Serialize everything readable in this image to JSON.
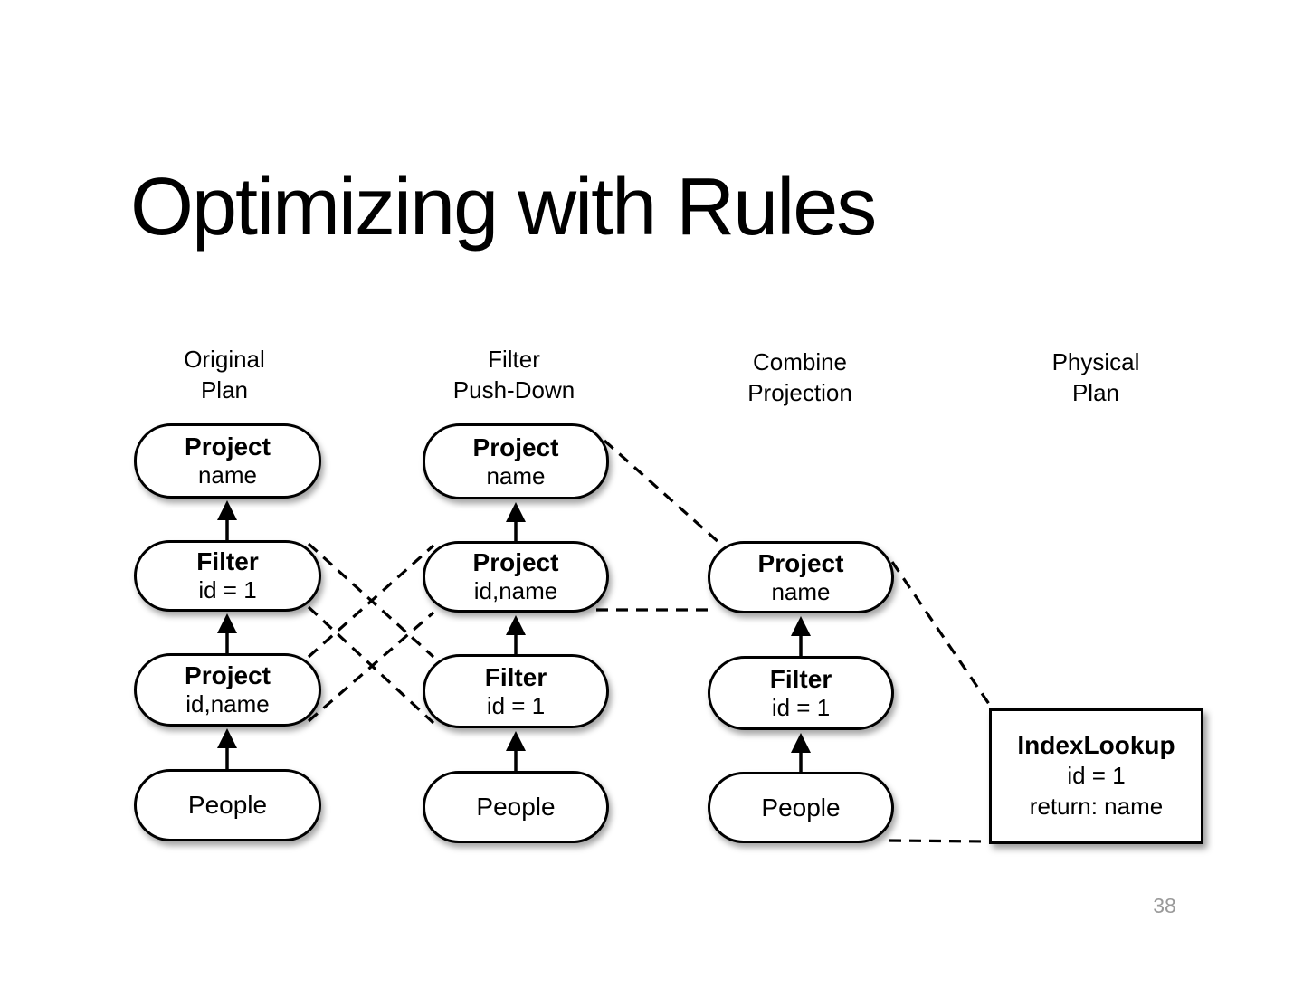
{
  "slide": {
    "title": "Optimizing with Rules",
    "page_number": "38"
  },
  "colors": {
    "ink": "#000000",
    "background": "#ffffff",
    "page_number_gray": "#999999"
  },
  "columns": [
    {
      "header": [
        "Original",
        "Plan"
      ],
      "nodes": [
        {
          "label": "Project",
          "detail": "name"
        },
        {
          "label": "Filter",
          "detail": "id = 1"
        },
        {
          "label": "Project",
          "detail": "id,name"
        },
        {
          "label": "People"
        }
      ]
    },
    {
      "header": [
        "Filter",
        "Push-Down"
      ],
      "nodes": [
        {
          "label": "Project",
          "detail": "name"
        },
        {
          "label": "Project",
          "detail": "id,name"
        },
        {
          "label": "Filter",
          "detail": "id = 1"
        },
        {
          "label": "People"
        }
      ]
    },
    {
      "header": [
        "Combine",
        "Projection"
      ],
      "nodes": [
        {
          "label": "Project",
          "detail": "name"
        },
        {
          "label": "Filter",
          "detail": "id = 1"
        },
        {
          "label": "People"
        }
      ]
    },
    {
      "header": [
        "Physical",
        "Plan"
      ],
      "nodes": [
        {
          "label": "IndexLookup",
          "detail": "id = 1",
          "detail2": "return: name"
        }
      ]
    }
  ],
  "mappings": [
    {
      "from": "Original Plan / Filter id = 1",
      "to": "Filter Push-Down / Filter id = 1"
    },
    {
      "from": "Original Plan / Project id,name",
      "to": "Filter Push-Down / Project id,name"
    },
    {
      "from": "Filter Push-Down / Project name",
      "to": "Combine Projection / Project name"
    },
    {
      "from": "Filter Push-Down / Project id,name",
      "to": "Combine Projection / Project name"
    },
    {
      "from": "Combine Projection / Project name",
      "to": "Physical Plan / IndexLookup"
    },
    {
      "from": "Combine Projection / People",
      "to": "Physical Plan / IndexLookup"
    }
  ]
}
